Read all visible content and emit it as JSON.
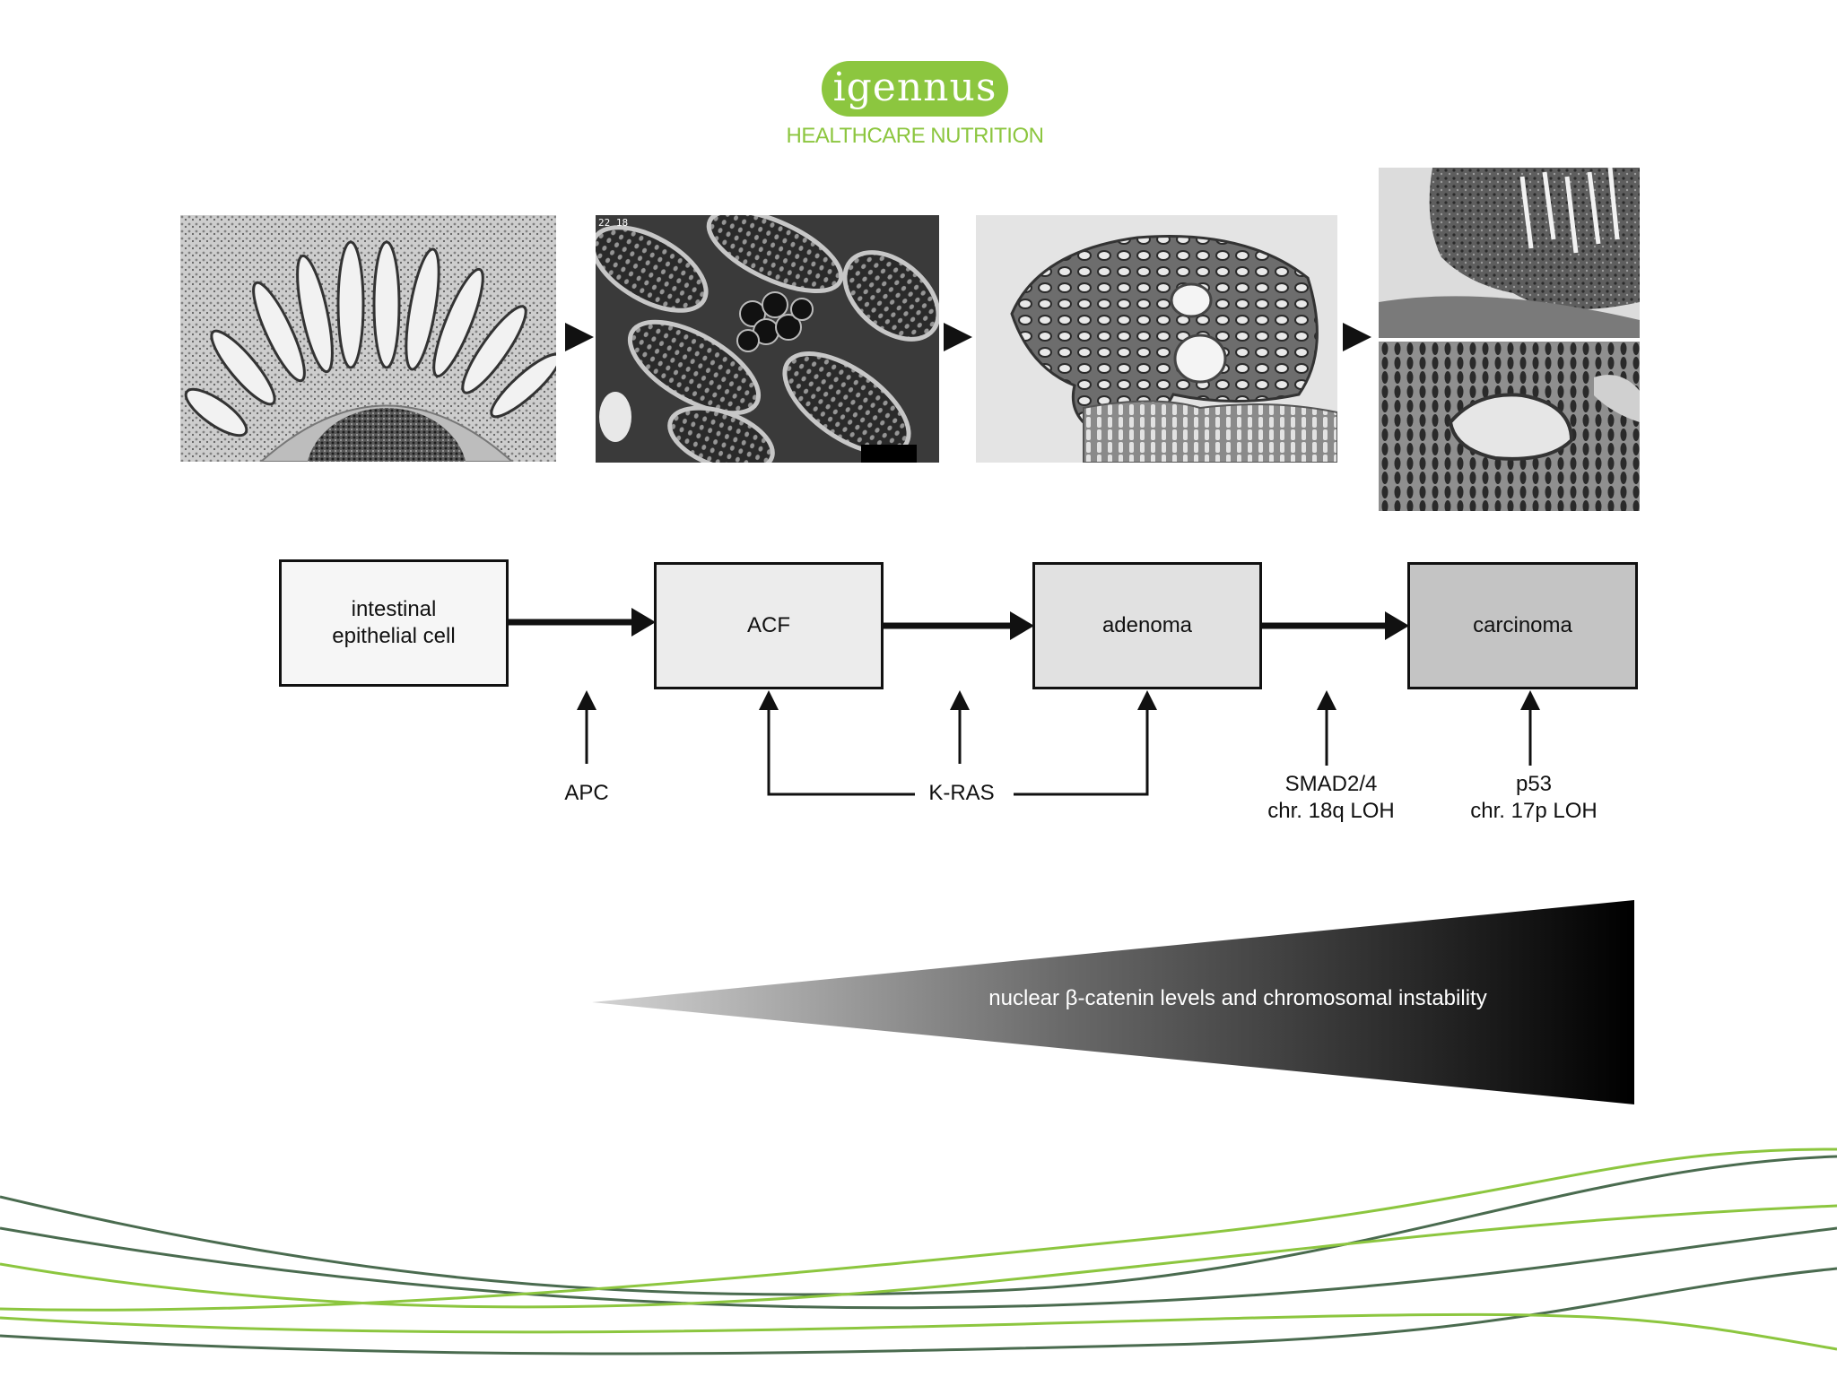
{
  "brand": {
    "name": "igennus",
    "tagline": "HEALTHCARE NUTRITION",
    "color": "#8cc63f",
    "dark_green": "#4a6b4f"
  },
  "stages": [
    {
      "label": "intestinal\nepithelial cell"
    },
    {
      "label": "ACF"
    },
    {
      "label": "adenoma"
    },
    {
      "label": "carcinoma"
    }
  ],
  "genes": {
    "apc": "APC",
    "kras": "K-RAS",
    "smad_name": "SMAD2/4",
    "smad_loh": "chr. 18q LOH",
    "p53_name": "p53",
    "p53_loh": "chr. 17p LOH"
  },
  "gradient_label": "nuclear β-catenin levels and chromosomal instability",
  "micrograph_overlay": {
    "acf_corner": "22\n18"
  }
}
